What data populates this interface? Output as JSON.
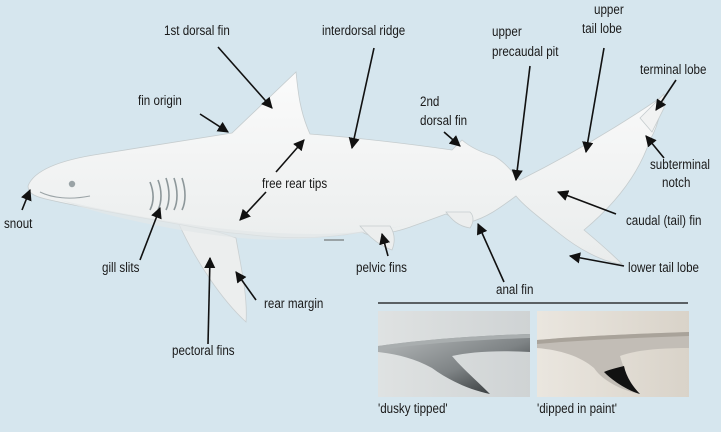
{
  "labels": {
    "first_dorsal_fin": "1st dorsal fin",
    "interdorsal_ridge": "interdorsal ridge",
    "upper_precaudal_pit": [
      "upper",
      "precaudal pit"
    ],
    "upper_tail_lobe": [
      "upper",
      "tail lobe"
    ],
    "terminal_lobe": "terminal lobe",
    "fin_origin": "fin origin",
    "second_dorsal_fin": [
      "2nd",
      "dorsal fin"
    ],
    "subterminal_notch": [
      "subterminal",
      "notch"
    ],
    "free_rear_tips": "free rear tips",
    "snout": "snout",
    "caudal_fin": "caudal (tail) fin",
    "gill_slits": "gill slits",
    "pelvic_fins": "pelvic fins",
    "lower_tail_lobe": "lower tail lobe",
    "rear_margin": "rear margin",
    "anal_fin": "anal fin",
    "pectoral_fins": "pectoral fins"
  },
  "insets": {
    "dusky": "'dusky tipped'",
    "dipped": "'dipped in paint'"
  },
  "colors": {
    "background": "#d6e6ee",
    "shark_body": "#f4f5f4",
    "arrow": "#111111"
  }
}
